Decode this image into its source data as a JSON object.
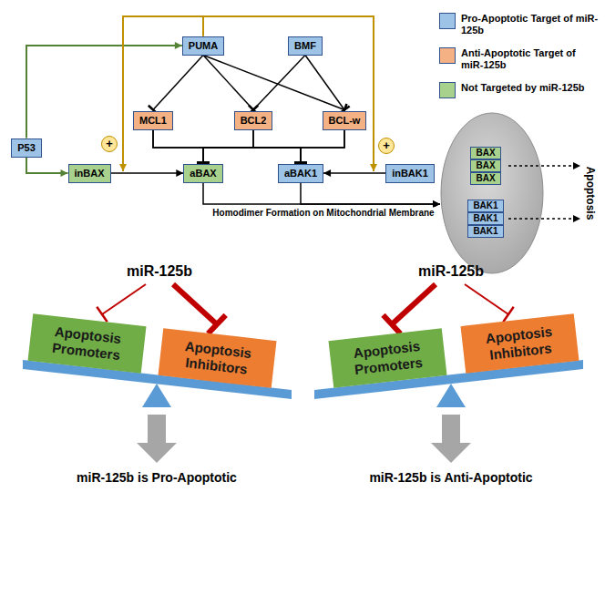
{
  "diagram": {
    "nodes": [
      {
        "text": [
          "P53"
        ]
      },
      {
        "text": [
          "PUMA"
        ]
      },
      {
        "text": [
          "BMF"
        ]
      },
      {
        "text": [
          "MCL1"
        ]
      },
      {
        "text": [
          "BCL2"
        ]
      },
      {
        "text": [
          "BCL-w"
        ]
      },
      {
        "text": [
          "inBAX"
        ]
      },
      {
        "text": [
          "aBAX"
        ]
      },
      {
        "text": [
          "aBAK1"
        ]
      },
      {
        "text": [
          "inBAK1"
        ]
      },
      {
        "text": [
          "BAX"
        ]
      },
      {
        "text": [
          "BAX"
        ]
      },
      {
        "text": [
          "BAX"
        ]
      },
      {
        "text": [
          "BAK1"
        ]
      },
      {
        "text": [
          "BAK1"
        ]
      },
      {
        "text": [
          "BAK1"
        ]
      },
      {
        "text": [
          "Apoptosis Promoters"
        ]
      },
      {
        "text": [
          "Apoptosis Inhibitors"
        ]
      },
      {
        "text": [
          "Apoptosis Promoters"
        ]
      },
      {
        "text": [
          "Apoptosis Inhibitors"
        ]
      }
    ],
    "edges": [
      {
        "from": 0,
        "to": 1,
        "arrow": "to"
      },
      {
        "from": 0,
        "to": 6,
        "arrow": "to"
      },
      {
        "from": 6,
        "to": 7,
        "arrow": "to"
      },
      {
        "from": 9,
        "to": 8,
        "arrow": "to"
      },
      {
        "from": 1,
        "to": 7,
        "arrow": "to"
      },
      {
        "from": 1,
        "to": 8,
        "arrow": "to"
      },
      {
        "from": 1,
        "to": 3,
        "arrow": "to"
      },
      {
        "from": 1,
        "to": 4,
        "arrow": "to"
      },
      {
        "from": 1,
        "to": 5,
        "arrow": "to"
      },
      {
        "from": 2,
        "to": 4,
        "arrow": "to"
      },
      {
        "from": 2,
        "to": 5,
        "arrow": "to"
      },
      {
        "from": 3,
        "to": 7,
        "arrow": "to"
      },
      {
        "from": 3,
        "to": 8,
        "arrow": "to"
      },
      {
        "from": 4,
        "to": 7,
        "arrow": "to"
      },
      {
        "from": 4,
        "to": 8,
        "arrow": "to"
      },
      {
        "from": 5,
        "to": 7,
        "arrow": "to"
      },
      {
        "from": 5,
        "to": 8,
        "arrow": "to"
      },
      {
        "from": 7,
        "to": 12,
        "arrow": "to"
      },
      {
        "from": 8,
        "to": 12,
        "arrow": "to"
      }
    ],
    "labels": [
      "+",
      "+",
      "Apoptosis",
      "Homodimer Formation on Mitochondrial Membrane",
      "miR-125b",
      "miR-125b",
      "miR-125b is Pro-Apoptotic",
      "miR-125b is Anti-Apoptotic"
    ],
    "legend": [
      {
        "text": "Pro-Apoptotic Target of miR-125b",
        "color": "#9DC3E6"
      },
      {
        "text": "Anti-Apoptotic Target of miR-125b",
        "color": "#F4B183"
      },
      {
        "text": "Not Targeted by miR-125b",
        "color": "#A9D18E"
      }
    ]
  }
}
